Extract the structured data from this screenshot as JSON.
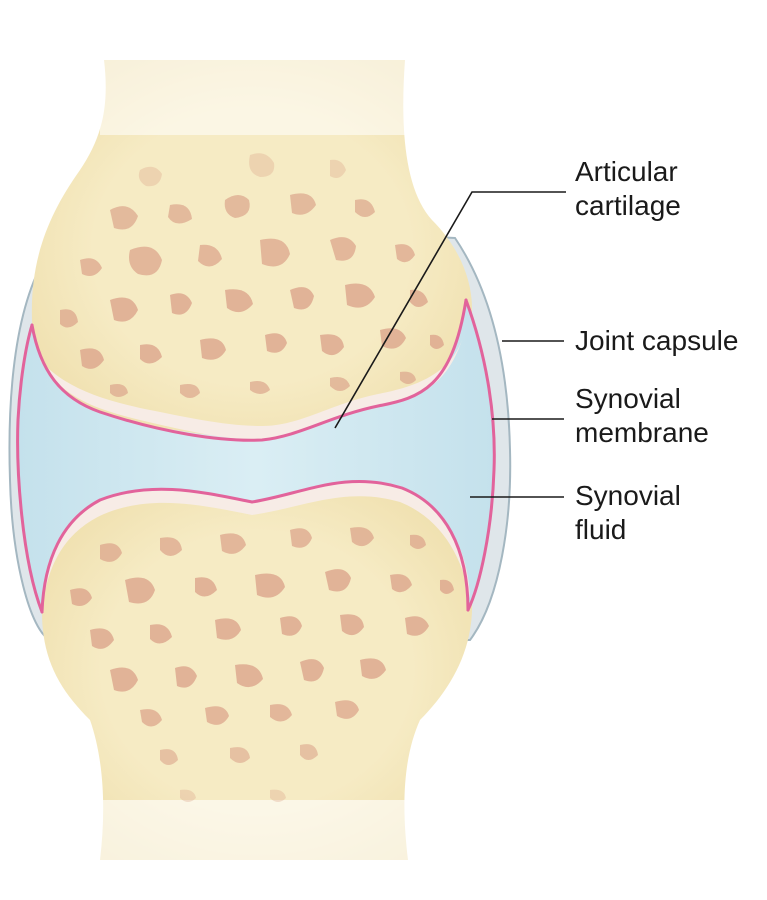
{
  "diagram": {
    "subject": "synovial joint",
    "labels": {
      "articular_cartilage": [
        "Articular",
        "cartilage"
      ],
      "joint_capsule": [
        "Joint capsule"
      ],
      "synovial_membrane": [
        "Synovial",
        "membrane"
      ],
      "synovial_fluid": [
        "Synovial",
        "fluid"
      ]
    },
    "colors": {
      "bone": "#f6ebc4",
      "bone_shade": "#efdfad",
      "spongy_bone_spots": "#dca58c",
      "cartilage": "#f7ece6",
      "synovial_membrane": "#e2639b",
      "synovial_fluid": "#cce6ef",
      "joint_capsule": "#dfe6ea",
      "joint_capsule_outline": "#a4b7c1",
      "leader_line": "#1a1a1a"
    }
  }
}
